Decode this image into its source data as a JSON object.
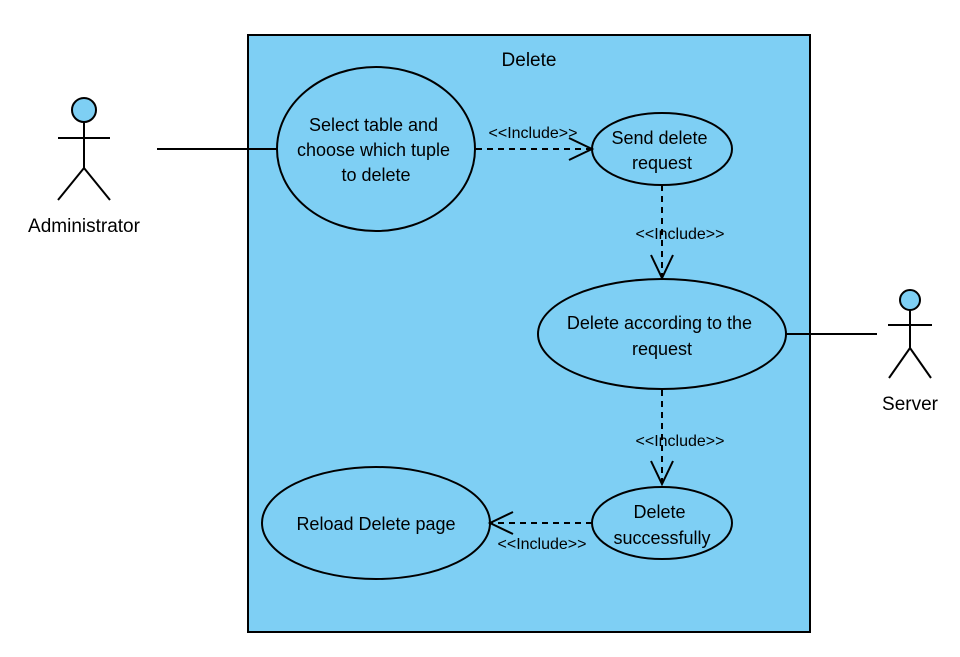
{
  "colors": {
    "system_fill": "#7ecff4",
    "actor_head": "#7ecff4",
    "line": "#000000",
    "background": "#ffffff"
  },
  "system": {
    "title": "Delete"
  },
  "actors": {
    "administrator": {
      "label": "Administrator"
    },
    "server": {
      "label": "Server"
    }
  },
  "use_cases": {
    "select_table": {
      "lines": [
        "Select table and",
        "choose which tuple",
        "to delete"
      ]
    },
    "send_request": {
      "lines": [
        "Send delete",
        "request"
      ]
    },
    "delete_according": {
      "lines": [
        "Delete according to the",
        "request"
      ]
    },
    "delete_successfully": {
      "lines": [
        "Delete",
        "successfully"
      ]
    },
    "reload_page": {
      "lines": [
        "Reload Delete page"
      ]
    }
  },
  "relations": {
    "include_1": {
      "label": "<<Include>>"
    },
    "include_2": {
      "label": "<<Include>>"
    },
    "include_3": {
      "label": "<<Include>>"
    },
    "include_4": {
      "label": "<<Include>>"
    }
  }
}
